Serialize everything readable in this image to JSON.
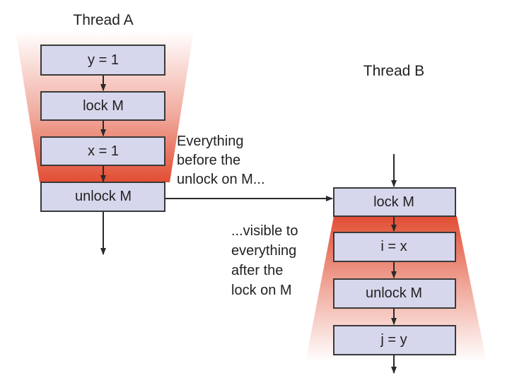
{
  "thread_a": {
    "title": "Thread A",
    "steps": [
      "y = 1",
      "lock M",
      "x = 1",
      "unlock M"
    ]
  },
  "thread_b": {
    "title": "Thread B",
    "steps": [
      "lock M",
      "i = x",
      "unlock M",
      "j = y"
    ]
  },
  "annotation_before": {
    "lines": [
      "Everything",
      "before the",
      "unlock on M..."
    ]
  },
  "annotation_after": {
    "lines": [
      "...visible to",
      "everything",
      "after the",
      "lock on M"
    ]
  },
  "colors": {
    "box_fill": "#d6d6ec",
    "box_border": "#3a3a3a",
    "highlight": "#e04428",
    "text": "#222222"
  }
}
